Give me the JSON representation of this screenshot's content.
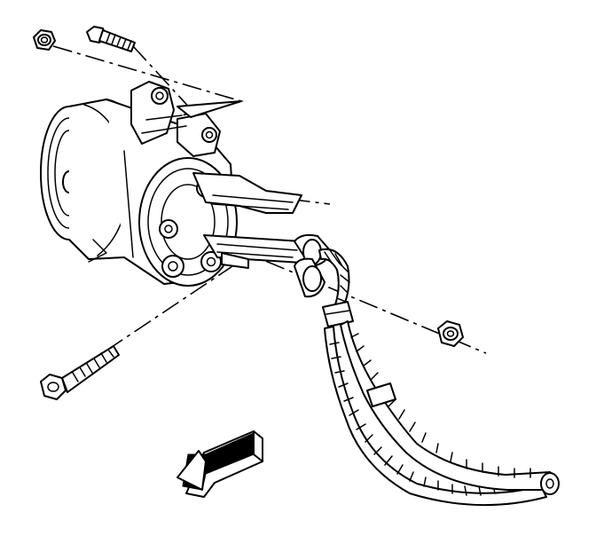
{
  "diagram": {
    "colors": {
      "ink": "#000000",
      "paper": "#ffffff"
    },
    "parts": [
      "nut-top-left",
      "bolt-top",
      "compressor-body",
      "mounting-bracket",
      "wiring-harness",
      "nut-right",
      "bolt-bottom-left",
      "direction-arrow"
    ]
  }
}
